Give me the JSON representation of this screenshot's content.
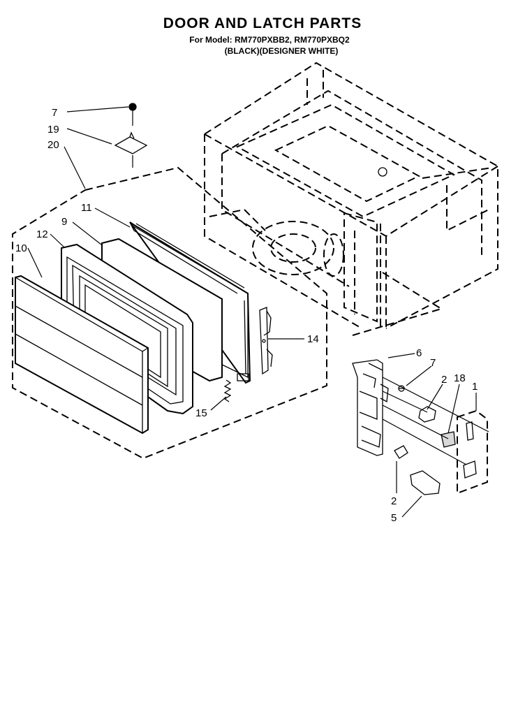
{
  "header": {
    "title": "DOOR AND LATCH PARTS",
    "model_line": "For Model: RM770PXBB2, RM770PXBQ2",
    "color_line": "(BLACK)(DESIGNER WHITE)"
  },
  "callouts": {
    "c7_top": "7",
    "c19": "19",
    "c20": "20",
    "c11": "11",
    "c9": "9",
    "c12": "12",
    "c10": "10",
    "c14": "14",
    "c15": "15",
    "c6": "6",
    "c7_right": "7",
    "c2_right": "2",
    "c18": "18",
    "c1": "1",
    "c2_bottom": "2",
    "c5": "5"
  }
}
